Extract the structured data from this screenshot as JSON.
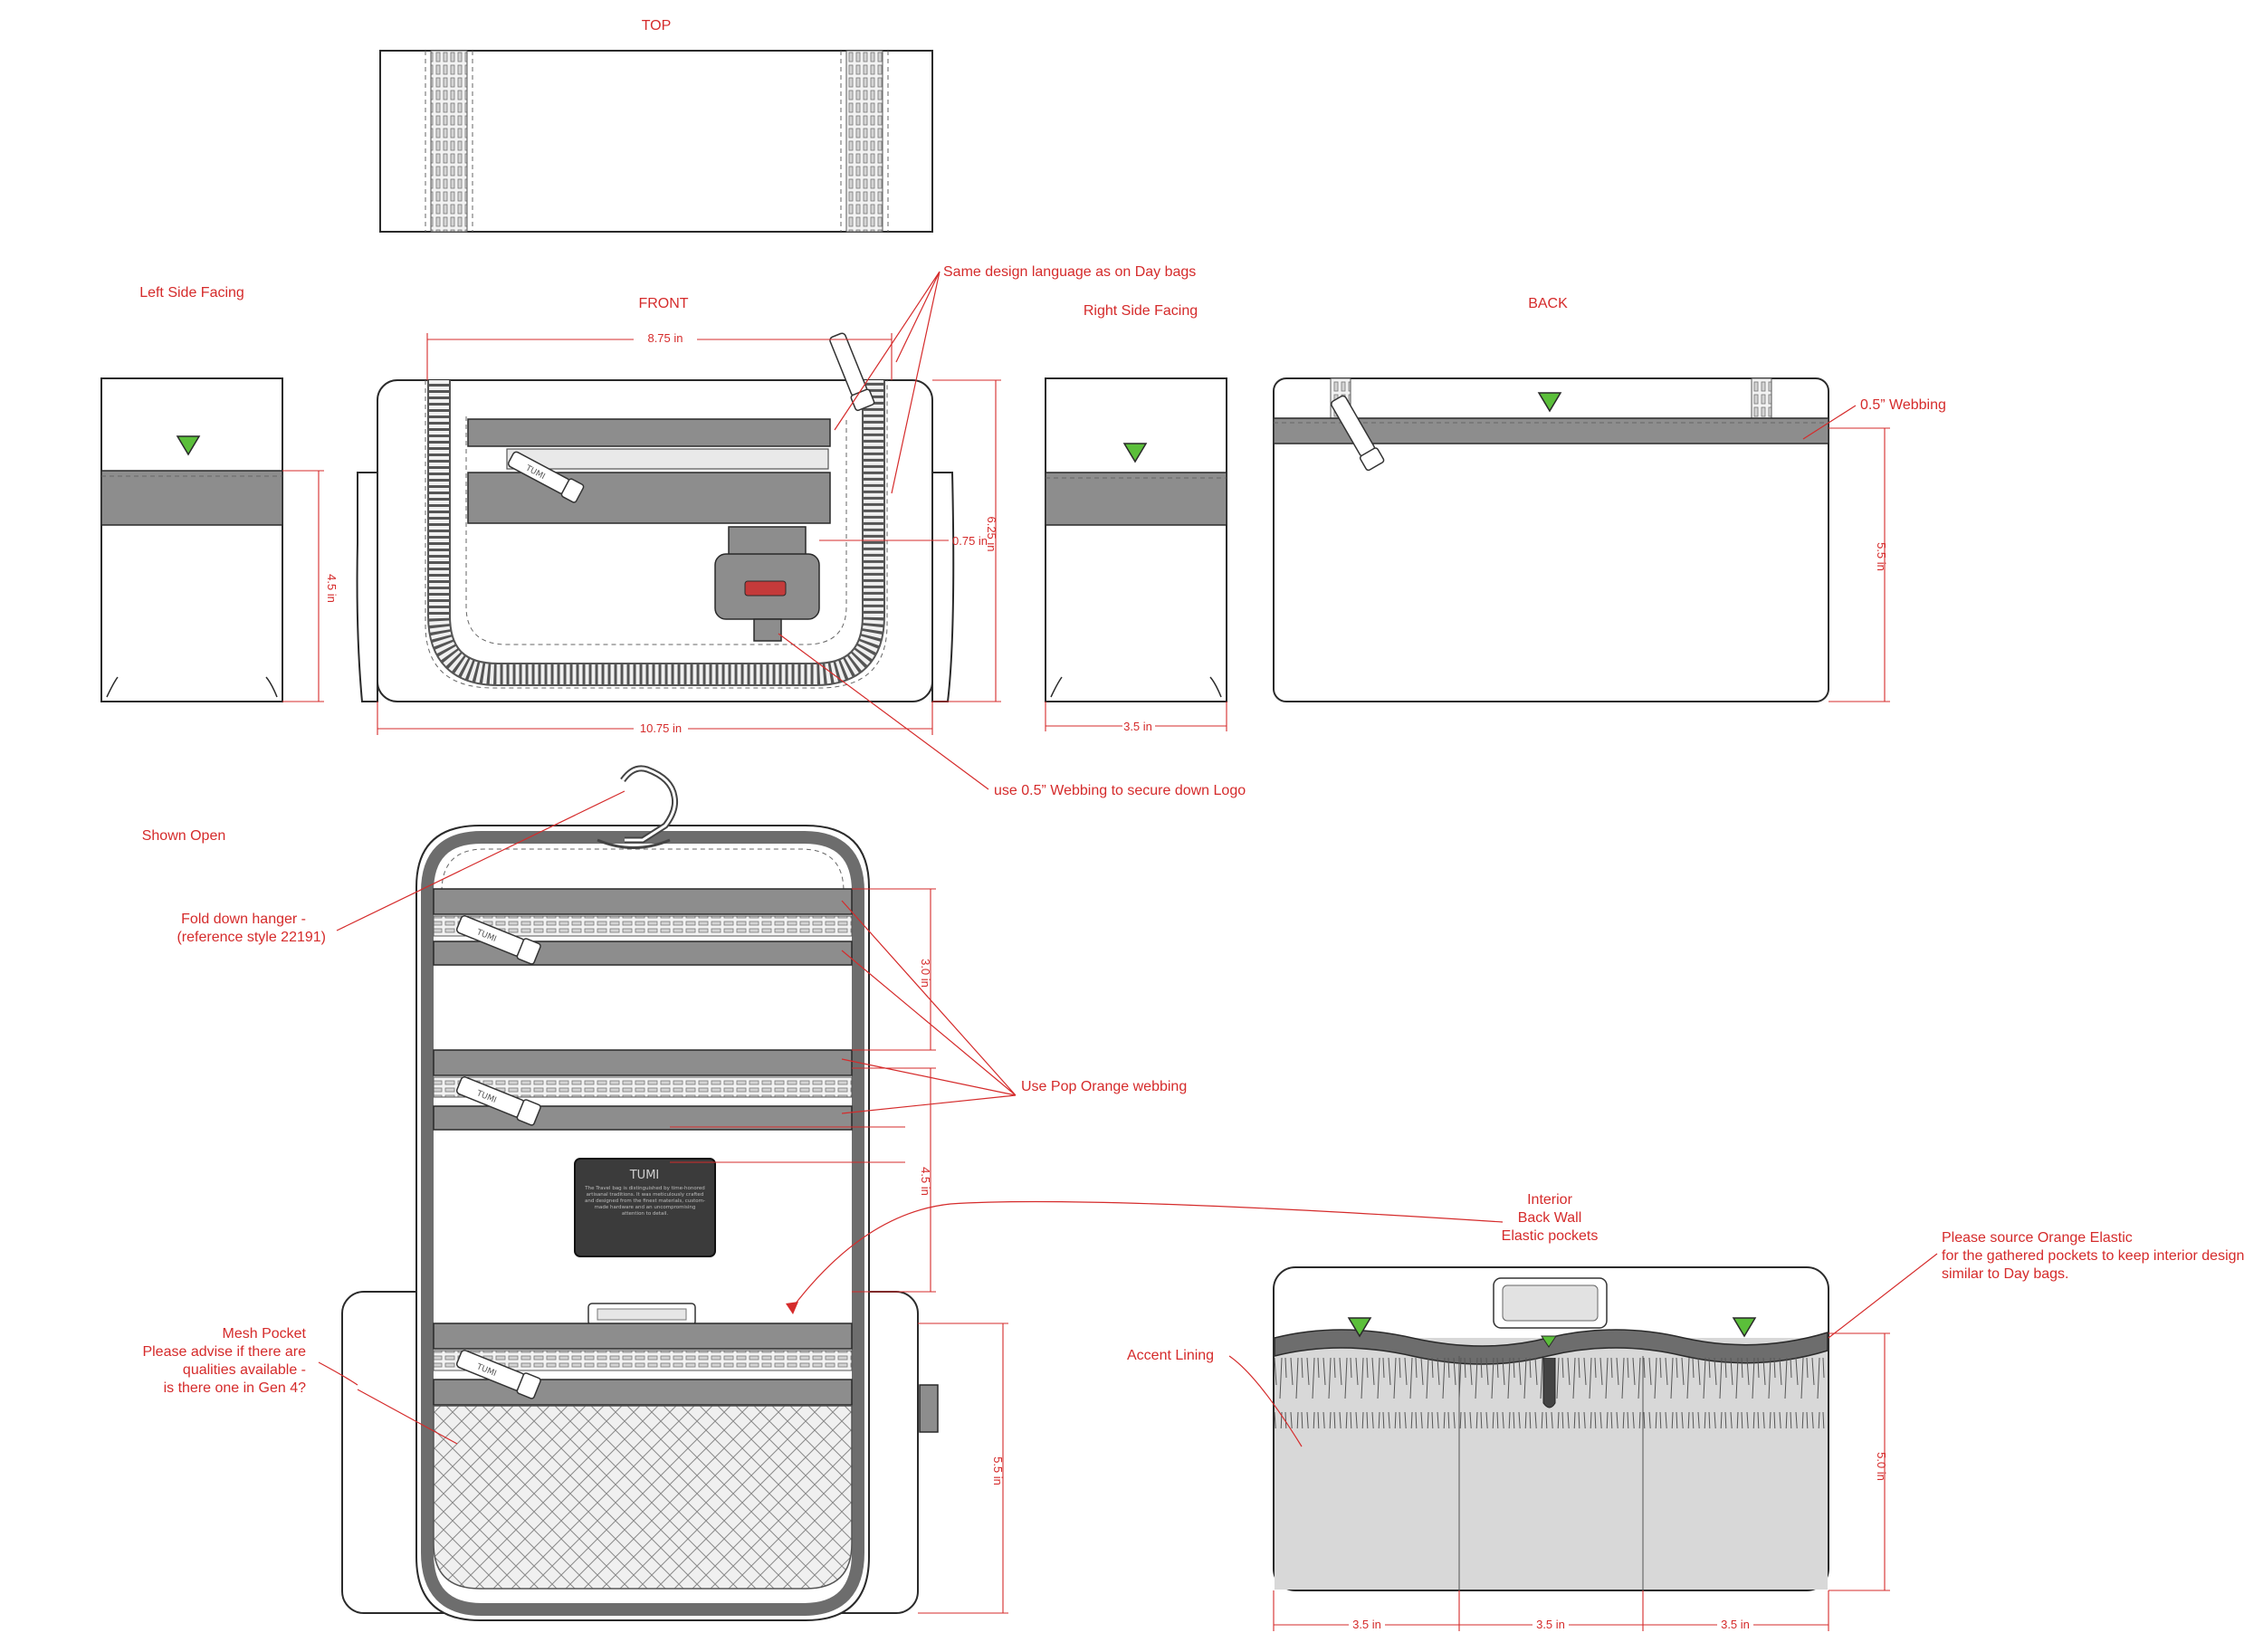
{
  "views": {
    "top": "TOP",
    "left_side": "Left Side Facing",
    "front": "FRONT",
    "right_side": "Right Side Facing",
    "back": "BACK",
    "open": "Shown Open"
  },
  "callouts": {
    "design_language": "Same design language as on Day bags",
    "webbing_back": "0.5” Webbing",
    "webbing_logo": "use 0.5” Webbing to secure down Logo",
    "hanger_1": "Fold down hanger -",
    "hanger_2": "(reference style 22191)",
    "pop_orange": "Use Pop Orange webbing",
    "mesh_1": "Mesh Pocket",
    "mesh_2": "Please advise if there are",
    "mesh_3": "qualities available -",
    "mesh_4": "is there one in Gen 4?",
    "interior_1": "Interior",
    "interior_2": "Back Wall",
    "interior_3": "Elastic pockets",
    "accent": "Accent Lining",
    "orange_1": "Please source Orange Elastic",
    "orange_2": "for the gathered pockets to keep interior design",
    "orange_3": "similar to Day bags."
  },
  "dimensions": {
    "front_top_width": "8.75  in",
    "front_width": "10.75 in",
    "front_height": "6.25 in",
    "logo_tab": "0.75 in",
    "left_height": "4.5 in",
    "right_depth": "3.5 in",
    "back_height": "5.5 in",
    "open_upper": "3.0 in",
    "open_middle": "4.5 in",
    "open_lower": "5.5 in",
    "interior_height": "5.0 in",
    "interior_w1": "3.5 in",
    "interior_w2": "3.5 in",
    "interior_w3": "3.5 in"
  },
  "brand": {
    "logo": "TUMI",
    "badge_text": "The Travel bag is distinguished by time-honored artisanal traditions. It was meticulously crafted and designed from the finest materials, custom-made hardware and an uncompromising attention to detail."
  },
  "colors": {
    "annotation": "#d52b2b",
    "webbing": "#8d8d8d",
    "marker": "#5bbf3a",
    "lining": "#d8d8d8"
  }
}
